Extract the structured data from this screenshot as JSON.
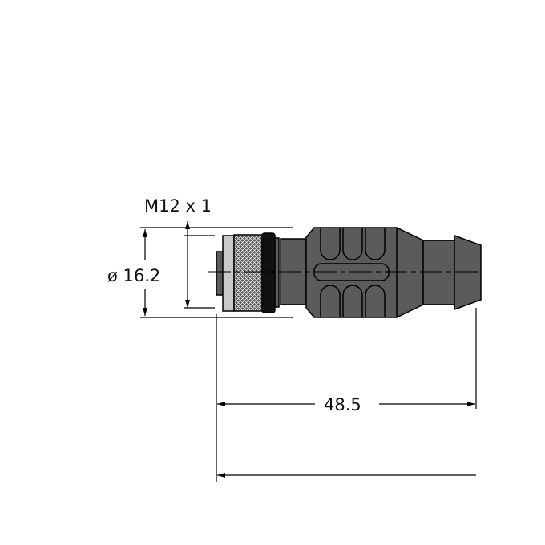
{
  "drawing": {
    "thread_label": "M12 x 1",
    "diameter_label": "ø 16.2",
    "length_label": "48.5",
    "colors": {
      "body": "#5b5b5b",
      "ring": "#c9c9c9",
      "line": "#000000"
    }
  }
}
